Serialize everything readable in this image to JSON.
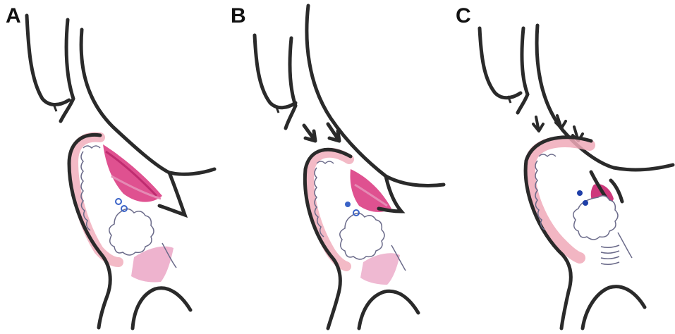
{
  "panels": [
    {
      "label": "A",
      "colors": {
        "outline": "#2a2a2a",
        "mucosa": "#f0a9b8",
        "muscle": "#d9337d",
        "muscle_light": "#e58ab4",
        "vessel": "#3a63c7",
        "fine_line": "#6b6b8a"
      }
    },
    {
      "label": "B",
      "colors": {
        "outline": "#2a2a2a",
        "mucosa": "#f0a9b8",
        "muscle": "#d9337d",
        "muscle_light": "#e58ab4",
        "vessel": "#3a63c7",
        "fine_line": "#6b6b8a"
      }
    },
    {
      "label": "C",
      "colors": {
        "outline": "#2a2a2a",
        "mucosa": "#f0a9b8",
        "muscle": "#c9246e",
        "muscle_light": "#e58ab4",
        "vessel": "#1f3fa8",
        "fine_line": "#6b6b8a"
      }
    }
  ]
}
